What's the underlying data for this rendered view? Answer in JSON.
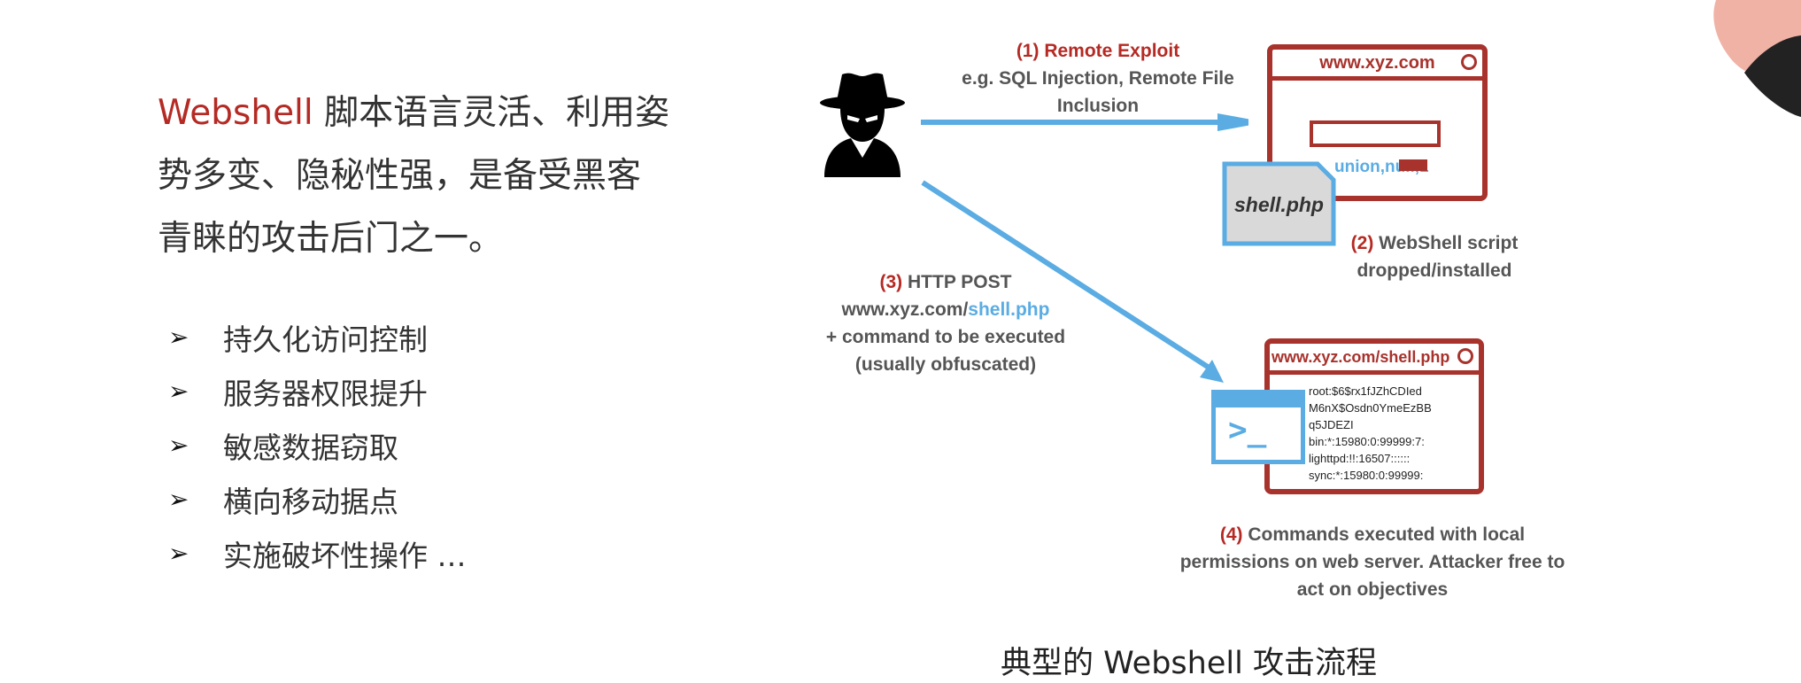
{
  "intro": {
    "accent": "Webshell",
    "line1_rest": " 脚本语言灵活、利用姿",
    "line2": "势多变、隐秘性强，是备受黑客",
    "line3": "青睐的攻击后门之一。"
  },
  "bullets": [
    {
      "mark": "➢",
      "text": "持久化访问控制"
    },
    {
      "mark": "➢",
      "text": "服务器权限提升"
    },
    {
      "mark": "➢",
      "text": "敏感数据窃取"
    },
    {
      "mark": "➢",
      "text": "横向移动据点"
    },
    {
      "mark": "➢",
      "text": "实施破坏性操作 …"
    }
  ],
  "diagram": {
    "step1": {
      "num": "(1)",
      "title": "Remote Exploit",
      "line2": "e.g. SQL Injection, Remote File",
      "line3": "Inclusion"
    },
    "browser1": {
      "url": "www.xyz.com",
      "injection": "union,null,1"
    },
    "shell_file": "shell.php",
    "step2": {
      "num": "(2)",
      "line1": "WebShell script",
      "line2": "dropped/installed"
    },
    "step3": {
      "num": "(3)",
      "line1": "HTTP POST",
      "url_prefix": "www.xyz.com/",
      "url_file": "shell.php",
      "line3": "+ command to be executed",
      "line4": "(usually obfuscated)"
    },
    "browser2": {
      "url": "www.xyz.com/shell.php",
      "output": [
        "root:$6$rx1fJZhCDIed",
        "M6nX$Osdn0YmeEzBB",
        "q5JDEZI",
        "bin:*:15980:0:99999:7:",
        "lighttpd:!!:16507::::::",
        "sync:*:15980:0:99999:"
      ]
    },
    "terminal_prompt": ">_",
    "step4": {
      "num": "(4)",
      "line1": "Commands executed with local",
      "line2": "permissions on web server. Attacker free to",
      "line3": "act on objectives"
    }
  },
  "caption": "典型的 Webshell 攻击流程",
  "colors": {
    "accent_red": "#b52a24",
    "arrow_blue": "#5aace3",
    "deco_pink": "#f1b2a6",
    "deco_dark": "#222222"
  }
}
